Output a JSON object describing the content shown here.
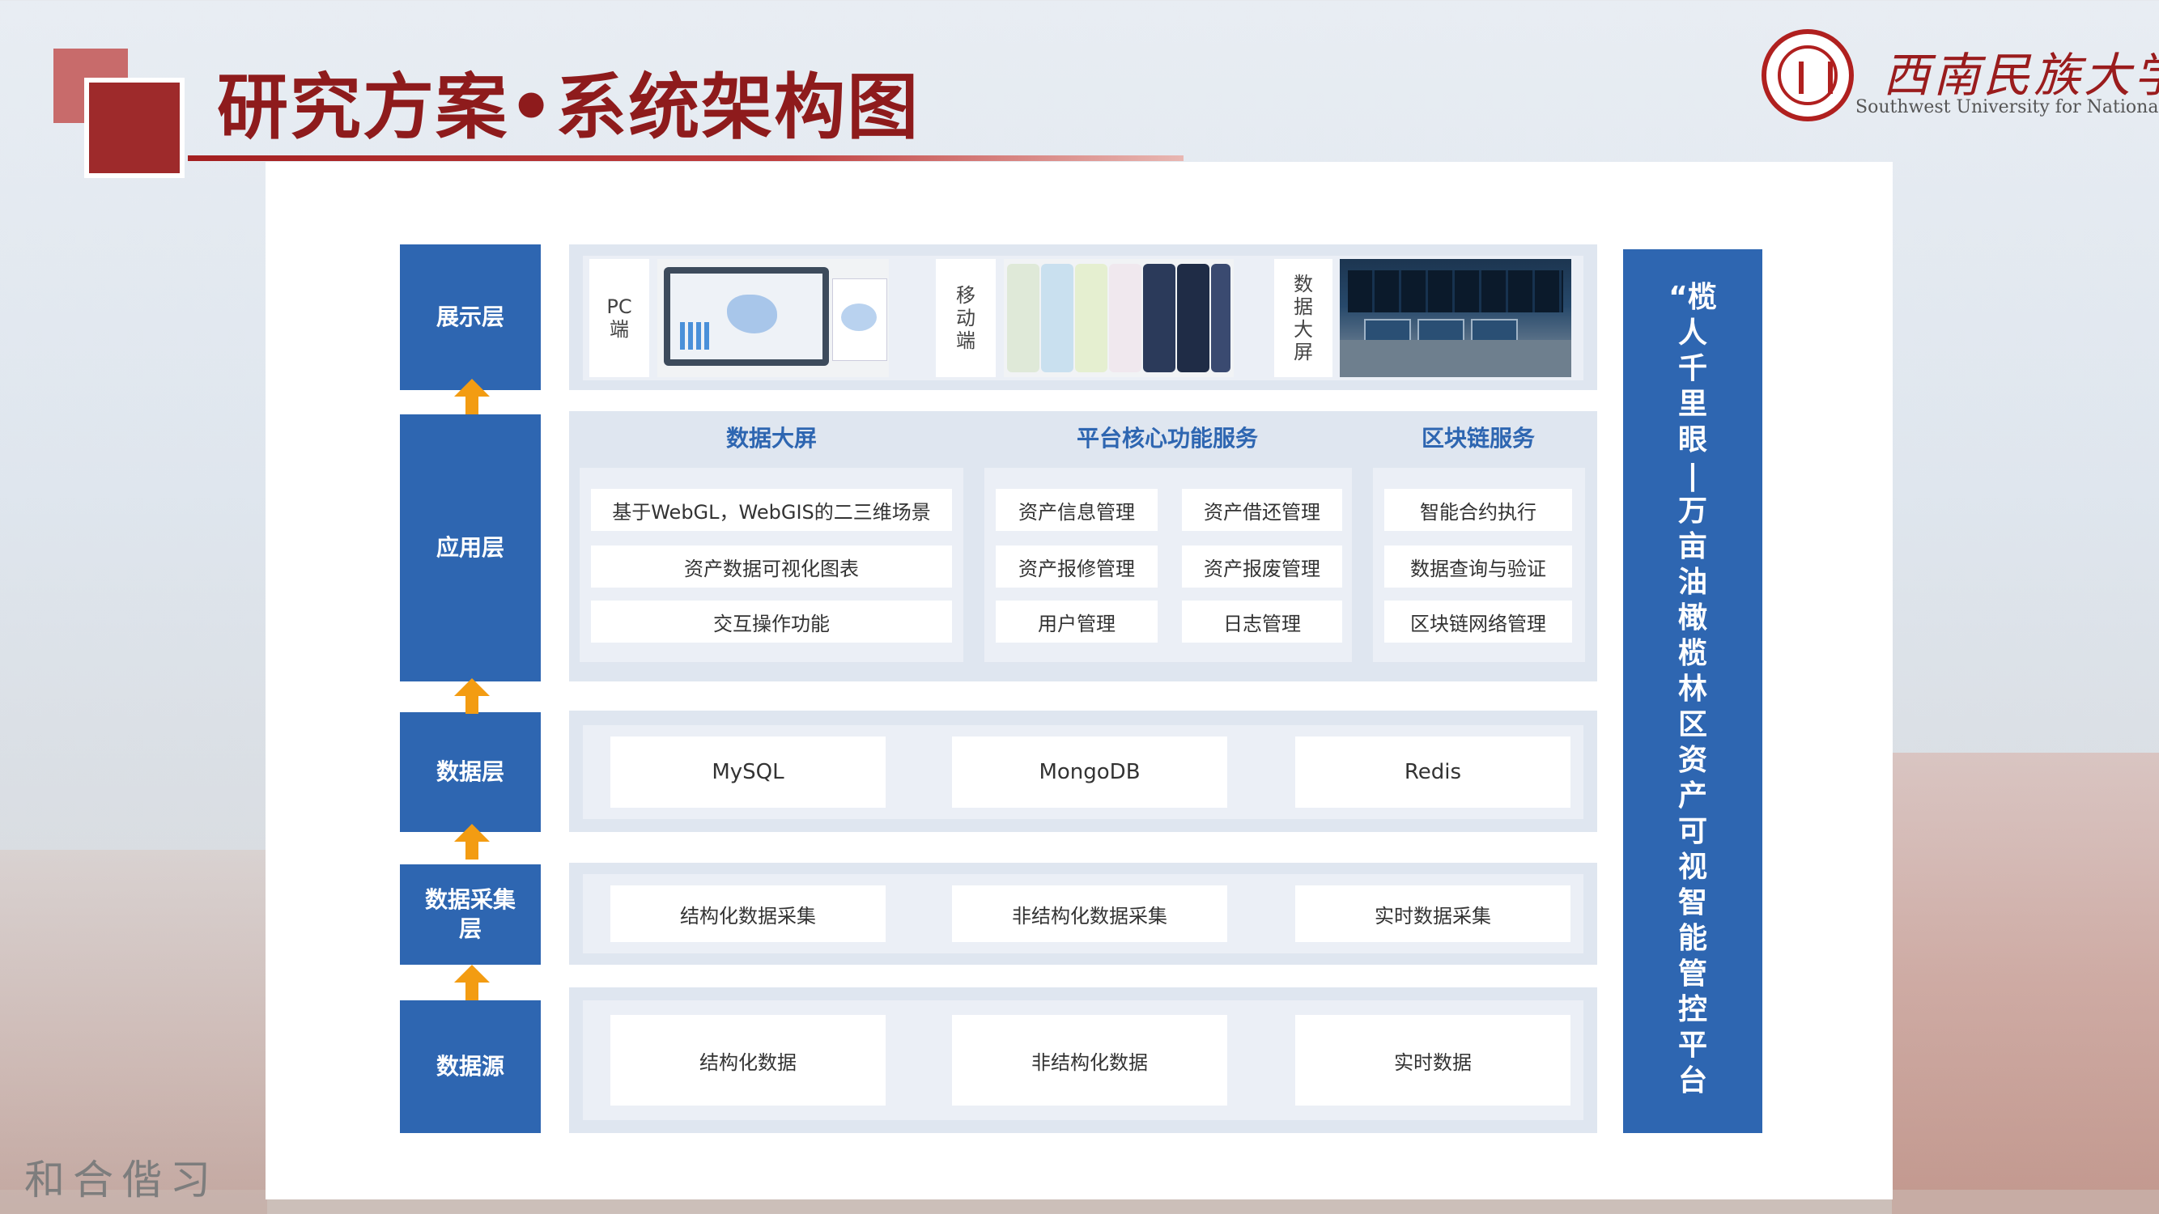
{
  "header": {
    "title": "研究方案•系统架构图"
  },
  "logo": {
    "name_cn": "西南民族大学",
    "name_en": "Southwest University for Nationalities"
  },
  "motto": "和合偕习",
  "layers": {
    "presentation": {
      "label": "展示层",
      "pc_label": "PC\n端",
      "mobile_label": "移\n动\n端",
      "bigscreen_label": "数\n据\n大\n屏"
    },
    "application": {
      "label": "应用层",
      "sections": [
        {
          "title": "数据大屏",
          "items": [
            "基于WebGL，WebGIS的二三维场景",
            "资产数据可视化图表",
            "交互操作功能"
          ]
        },
        {
          "title": "平台核心功能服务",
          "items": [
            "资产信息管理",
            "资产借还管理",
            "资产报修管理",
            "资产报废管理",
            "用户管理",
            "日志管理"
          ]
        },
        {
          "title": "区块链服务",
          "items": [
            "智能合约执行",
            "数据查询与验证",
            "区块链网络管理"
          ]
        }
      ]
    },
    "data": {
      "label": "数据层",
      "items": [
        "MySQL",
        "MongoDB",
        "Redis"
      ]
    },
    "collection": {
      "label": "数据采集\n层",
      "items": [
        "结构化数据采集",
        "非结构化数据采集",
        "实时数据采集"
      ]
    },
    "source": {
      "label": "数据源",
      "items": [
        "结构化数据",
        "非结构化数据",
        "实时数据"
      ]
    }
  },
  "platform": {
    "title_chars": [
      "“榄",
      "人",
      "千",
      "里",
      "眼",
      "|",
      "万",
      "亩",
      "油",
      "橄",
      "榄",
      "林",
      "区",
      "资",
      "产",
      "可",
      "视",
      "智",
      "能",
      "管",
      "控",
      "平",
      "台"
    ]
  },
  "colors": {
    "brand_red": "#9e2a2b",
    "layer_blue": "#2e66b1",
    "arrow_orange": "#f39c12",
    "layer_bg": "#dfe6f0"
  }
}
